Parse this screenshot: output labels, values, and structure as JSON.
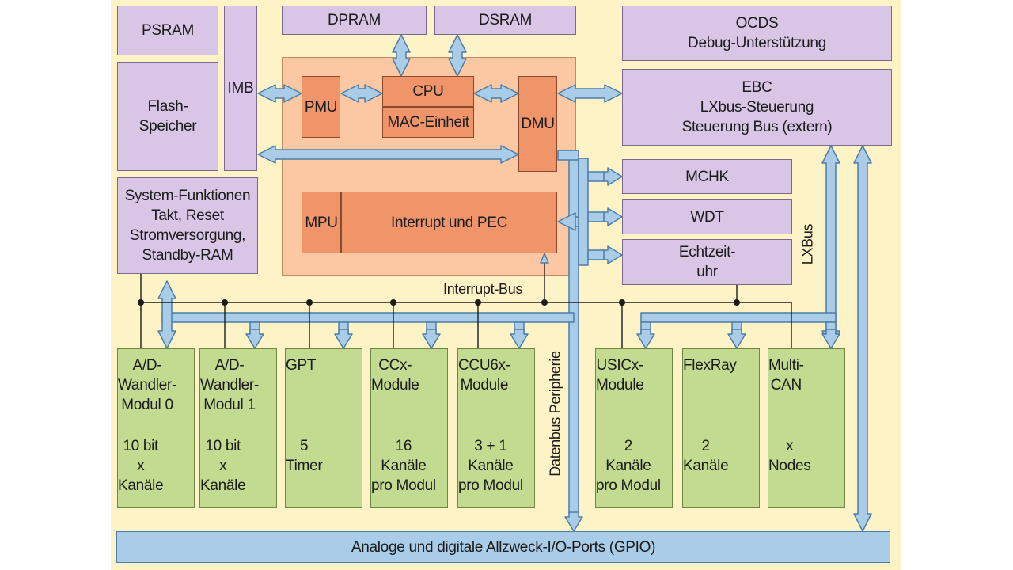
{
  "blocks": {
    "psram": "PSRAM",
    "flash": "Flash-\nSpeicher",
    "imb": "IMB",
    "dpram": "DPRAM",
    "dsram": "DSRAM",
    "ocds": "OCDS\nDebug-Unterstützung",
    "ebc": "EBC\nLXbus-Steuerung\nSteuerung Bus (extern)",
    "pmu": "PMU",
    "cpu": "CPU",
    "mac": "MAC-Einheit",
    "dmu": "DMU",
    "mpu": "MPU",
    "interrupt_pec": "Interrupt und PEC",
    "mchk": "MCHK",
    "wdt": "WDT",
    "rtc": "Echtzeit-\nuhr",
    "system": "System-Funktionen\nTakt, Reset\nStromversorgung,\nStandby-RAM",
    "gpio": "Analoge und digitale Allzweck-I/O-Ports (GPIO)"
  },
  "modules": [
    {
      "title": "A/D-\nWandler-\nModul 0",
      "detail": "10 bit\nx\nKanäle"
    },
    {
      "title": "A/D-\nWandler-\nModul 1",
      "detail": "10 bit\nx\nKanäle"
    },
    {
      "title": "GPT",
      "detail": "5\nTimer"
    },
    {
      "title": "CCx-\nModule",
      "detail": "16\nKanäle\npro Modul"
    },
    {
      "title": "CCU6x-\nModule",
      "detail": "3 + 1\nKanäle\npro Modul"
    },
    {
      "title": "USICx-\nModule",
      "detail": "2\nKanäle\npro Modul"
    },
    {
      "title": "FlexRay",
      "detail": "2\nKanäle"
    },
    {
      "title": "Multi-\nCAN",
      "detail": "x\nNodes"
    }
  ],
  "labels": {
    "interrupt_bus": "Interrupt-Bus",
    "datenbus": "Datenbus Peripherie",
    "lxbus": "LXBus"
  },
  "colors": {
    "background": "#fdf3c7",
    "memory_blocks": "#d9c6e6",
    "core_area": "#fbc8a3",
    "core_blocks": "#f0956a",
    "peripheral_modules": "#c3db90",
    "bus_arrows": "#a9cde9"
  }
}
